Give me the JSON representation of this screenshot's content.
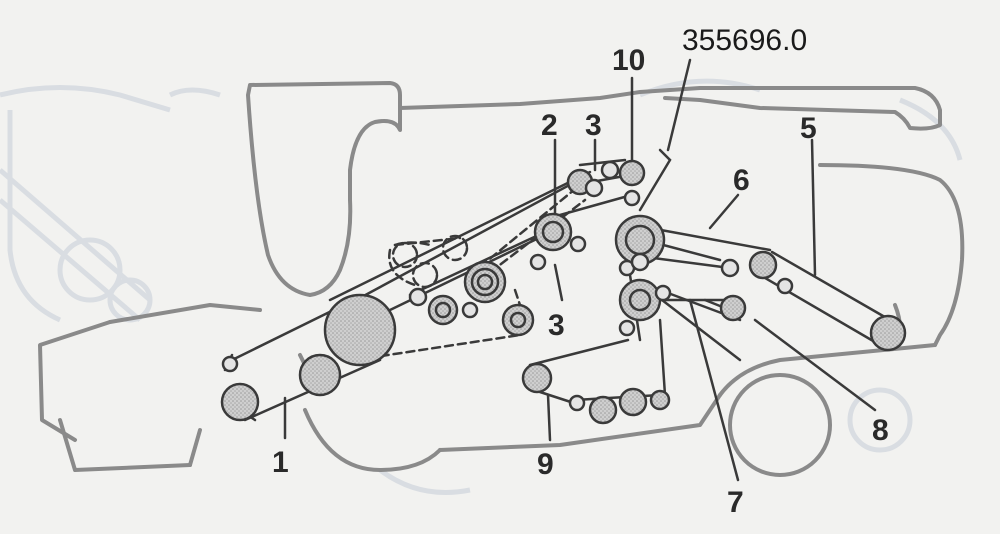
{
  "diagram": {
    "reference_code": "355696.0",
    "callouts": {
      "c1": "1",
      "c2": "2",
      "c3a": "3",
      "c3b": "3",
      "c5": "5",
      "c6": "6",
      "c7": "7",
      "c8": "8",
      "c9": "9",
      "c10": "10"
    }
  },
  "colors": {
    "background": "#f2f2f0",
    "faint_outline": "#d9dde2",
    "machine_outline": "#8a8a8a",
    "belt": "#3a3a3a",
    "pulley_fill": "#c9c9c9",
    "text": "#2a2a2a"
  }
}
